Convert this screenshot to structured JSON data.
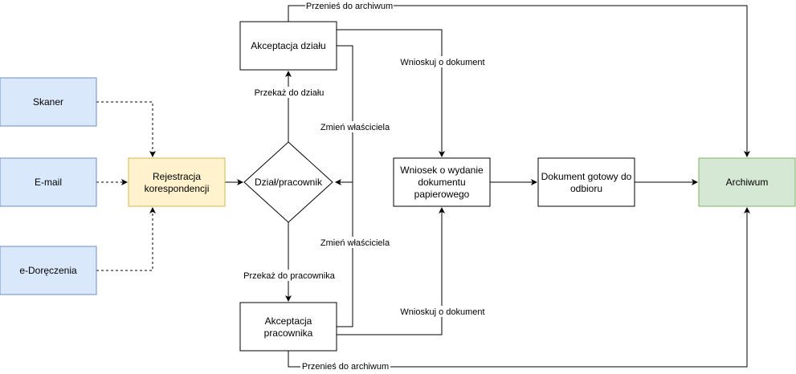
{
  "nodes": {
    "skaner": "Skaner",
    "email": "E-mail",
    "edoreczenia": "e-Doręczenia",
    "rejestracja_1": "Rejestracja",
    "rejestracja_2": "korespondencji",
    "dzial_pracownik": "Dział/pracownik",
    "akceptacja_dzialu": "Akceptacja działu",
    "akceptacja_pracownika_1": "Akceptacja",
    "akceptacja_pracownika_2": "pracownika",
    "wniosek_1": "Wniosek o wydanie",
    "wniosek_2": "dokumentu",
    "wniosek_3": "papierowego",
    "gotowy_1": "Dokument gotowy do",
    "gotowy_2": "odbioru",
    "archiwum": "Archiwum"
  },
  "edge_labels": {
    "przekaz_do_dzialu": "Przekaż do działu",
    "przekaz_do_pracownika": "Przekaż do pracownika",
    "zmien_wlasciciela_top": "Zmień właściciela",
    "zmien_wlasciciela_bottom": "Zmień właściciela",
    "wnioskuj_top": "Wnioskuj o dokument",
    "wnioskuj_bottom": "Wnioskuj o dokument",
    "przenies_top": "Przenieś do archiwum",
    "przenies_bottom": "Przenieś do archiwum"
  },
  "colors": {
    "source_fill": "#dae8fc",
    "source_stroke": "#6c8ebf",
    "register_fill": "#fff2cc",
    "register_stroke": "#d6b656",
    "archive_fill": "#d5e8d4",
    "archive_stroke": "#82b366",
    "plain_fill": "#ffffff",
    "plain_stroke": "#000000"
  }
}
